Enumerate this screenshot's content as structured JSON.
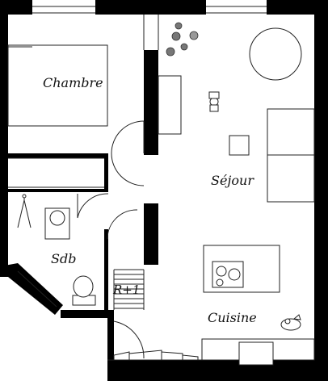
{
  "floorplan": {
    "rooms": {
      "bedroom": "Chambre",
      "living": "Séjour",
      "bathroom": "Sdb",
      "stairs": "R+1",
      "kitchen": "Cuisine"
    },
    "colors": {
      "wall": "#000000",
      "line": "#222222",
      "background": "#ffffff",
      "furniture_fill": "#ffffff",
      "plant": "#777777"
    },
    "icons": [
      "plant-icon",
      "person-icon",
      "cat-icon",
      "stove-icon",
      "toilet-icon",
      "sink-icon",
      "table-icon",
      "sofa-icon",
      "bed-icon"
    ]
  }
}
